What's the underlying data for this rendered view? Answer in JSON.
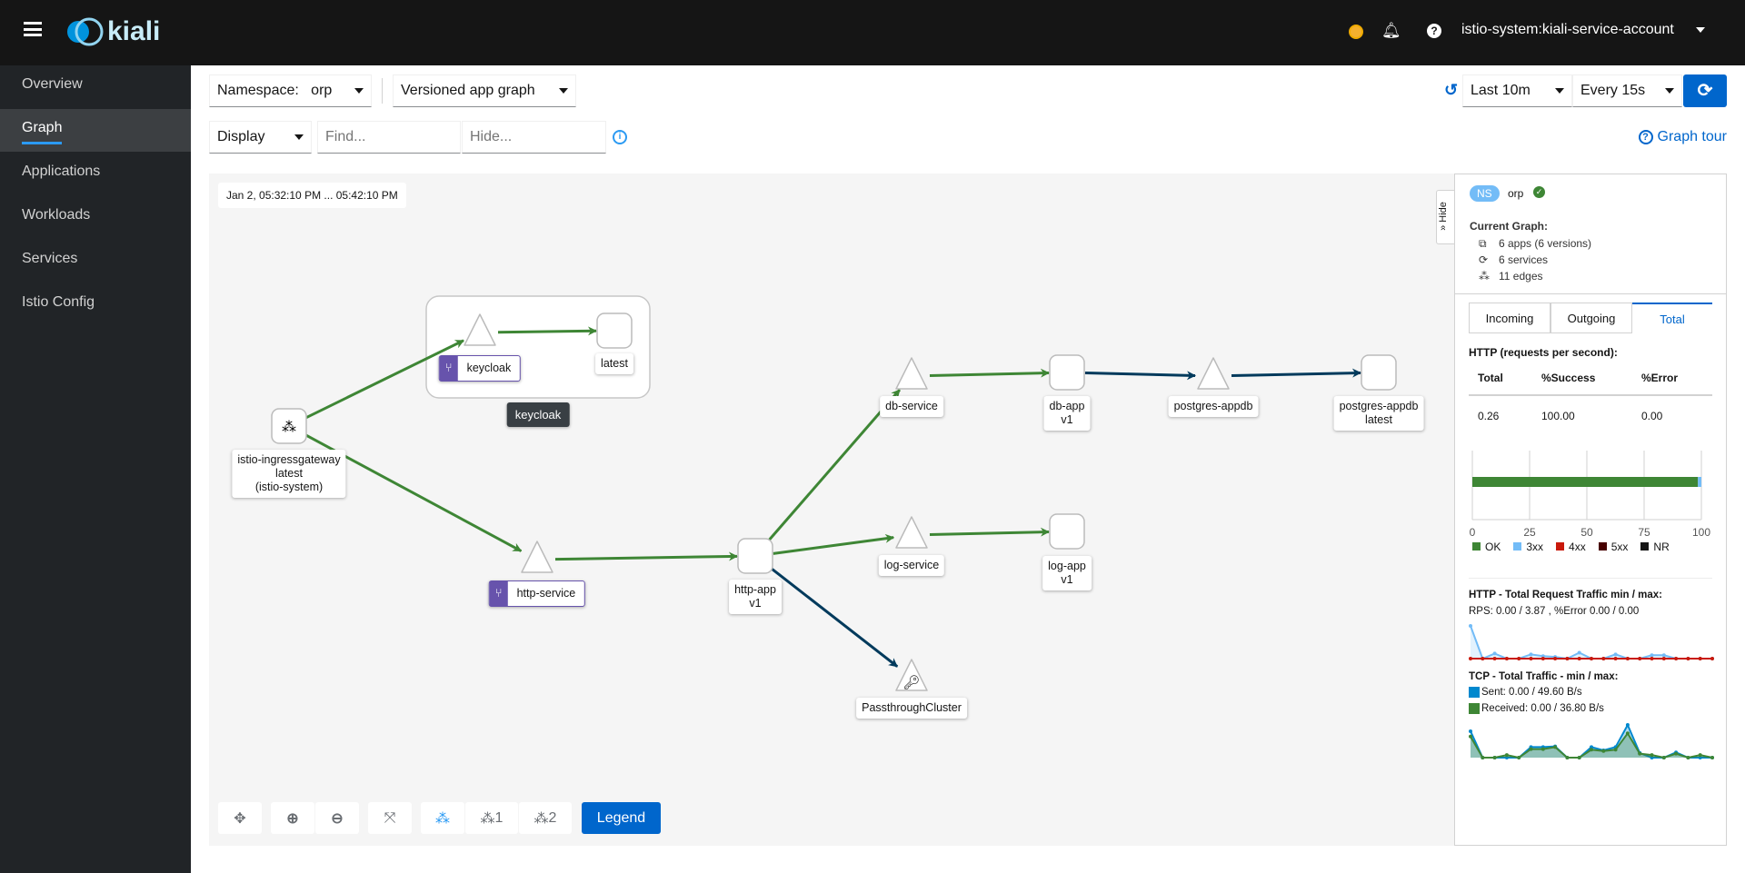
{
  "header": {
    "brand": "kiali",
    "user": "istio-system:kiali-service-account",
    "icons": [
      "hamburger-icon",
      "status-warning-icon",
      "bell-icon",
      "help-icon"
    ]
  },
  "sidebar": {
    "items": [
      {
        "label": "Overview"
      },
      {
        "label": "Graph",
        "active": true
      },
      {
        "label": "Applications"
      },
      {
        "label": "Workloads"
      },
      {
        "label": "Services"
      },
      {
        "label": "Istio Config"
      }
    ]
  },
  "toolbar": {
    "namespace_label": "Namespace:",
    "namespace_value": "orp",
    "graph_type": "Versioned app graph",
    "display": "Display",
    "find_placeholder": "Find...",
    "hide_placeholder": "Hide...",
    "duration": "Last 10m",
    "refresh": "Every 15s",
    "graph_tour": "Graph tour"
  },
  "graph": {
    "timestamp": "Jan 2, 05:32:10 PM ... 05:42:10 PM",
    "box_label": "keycloak",
    "nodes": [
      {
        "id": "gw",
        "type": "gateway",
        "label": "istio-ingressgateway\nlatest\n(istio-system)"
      },
      {
        "id": "kcs",
        "type": "service",
        "label": "keycloak",
        "virtual_service": true
      },
      {
        "id": "kcl",
        "type": "app",
        "label": "latest"
      },
      {
        "id": "hs",
        "type": "service",
        "label": "http-service",
        "virtual_service": true
      },
      {
        "id": "ha",
        "type": "app",
        "label": "http-app\nv1"
      },
      {
        "id": "dbs",
        "type": "service",
        "label": "db-service"
      },
      {
        "id": "dba",
        "type": "app",
        "label": "db-app\nv1"
      },
      {
        "id": "pgs",
        "type": "service",
        "label": "postgres-appdb"
      },
      {
        "id": "pga",
        "type": "app",
        "label": "postgres-appdb\nlatest"
      },
      {
        "id": "ls",
        "type": "service",
        "label": "log-service"
      },
      {
        "id": "la",
        "type": "app",
        "label": "log-app\nv1"
      },
      {
        "id": "pc",
        "type": "service-entry",
        "label": "PassthroughCluster"
      }
    ],
    "edges": [
      {
        "from": "gw",
        "to": "kcs",
        "protocol": "http"
      },
      {
        "from": "gw",
        "to": "hs",
        "protocol": "http"
      },
      {
        "from": "kcs",
        "to": "kcl",
        "protocol": "http"
      },
      {
        "from": "hs",
        "to": "ha",
        "protocol": "http"
      },
      {
        "from": "ha",
        "to": "dbs",
        "protocol": "http"
      },
      {
        "from": "dbs",
        "to": "dba",
        "protocol": "http"
      },
      {
        "from": "dba",
        "to": "pgs",
        "protocol": "tcp"
      },
      {
        "from": "pgs",
        "to": "pga",
        "protocol": "tcp"
      },
      {
        "from": "ha",
        "to": "ls",
        "protocol": "http"
      },
      {
        "from": "ls",
        "to": "la",
        "protocol": "http"
      },
      {
        "from": "ha",
        "to": "pc",
        "protocol": "tcp"
      }
    ],
    "colors": {
      "http": "#3e8635",
      "tcp": "#003a5c",
      "vs_badge": "#6753ac"
    },
    "controls": {
      "layout1": "1",
      "layout2": "2",
      "legend": "Legend"
    }
  },
  "panel": {
    "hide": "Hide",
    "ns_badge": "NS",
    "namespace": "orp",
    "current_graph": "Current Graph:",
    "apps": "6 apps (6 versions)",
    "services": "6 services",
    "edges": "11 edges",
    "tabs": [
      "Incoming",
      "Outgoing",
      "Total"
    ],
    "active_tab": "Total",
    "http_title": "HTTP (requests per second):",
    "table_headers": [
      "Total",
      "%Success",
      "%Error"
    ],
    "table_row": [
      "0.26",
      "100.00",
      "0.00"
    ],
    "legend": [
      {
        "label": "OK",
        "color": "#3e8635"
      },
      {
        "label": "3xx",
        "color": "#73bcf7"
      },
      {
        "label": "4xx",
        "color": "#c9190b"
      },
      {
        "label": "5xx",
        "color": "#470000"
      },
      {
        "label": "NR",
        "color": "#151515"
      }
    ],
    "http_traffic_title": "HTTP - Total Request Traffic min / max:",
    "http_traffic_stats": "RPS: 0.00 / 3.87 , %Error 0.00 / 0.00",
    "tcp_title": "TCP - Total Traffic - min / max:",
    "tcp_sent": "Sent: 0.00 / 49.60 B/s",
    "tcp_received": "Received: 0.00 / 36.80 B/s"
  },
  "chart_data": [
    {
      "type": "bar",
      "orientation": "horizontal",
      "stacked": true,
      "xlim": [
        0,
        100
      ],
      "ticks": [
        "0",
        "25",
        "50",
        "75",
        "100"
      ],
      "series": [
        {
          "name": "OK",
          "values": [
            98.5
          ]
        },
        {
          "name": "3xx",
          "values": [
            1.5
          ]
        },
        {
          "name": "4xx",
          "values": [
            0
          ]
        },
        {
          "name": "5xx",
          "values": [
            0
          ]
        },
        {
          "name": "NR",
          "values": [
            0
          ]
        }
      ]
    },
    {
      "type": "area",
      "series": [
        {
          "name": "RPS",
          "color": "#73bcf7",
          "values": [
            3.87,
            0,
            0.6,
            0,
            0,
            0.5,
            0.3,
            0.2,
            0,
            0.7,
            0,
            0,
            0.5,
            0,
            0,
            0.4,
            0.4,
            0,
            0,
            0,
            0
          ]
        },
        {
          "name": "%Error",
          "color": "#c9190b",
          "values": [
            0,
            0,
            0,
            0,
            0,
            0,
            0,
            0,
            0,
            0,
            0,
            0,
            0,
            0,
            0,
            0,
            0,
            0,
            0,
            0,
            0
          ]
        }
      ]
    },
    {
      "type": "area",
      "series": [
        {
          "name": "Sent",
          "color": "#0088ce",
          "values": [
            40,
            0,
            0,
            0,
            0,
            16,
            16,
            17,
            0,
            0,
            16,
            11,
            16,
            49.6,
            7,
            0,
            0,
            8,
            0,
            0,
            0
          ]
        },
        {
          "name": "Received",
          "color": "#3e8635",
          "values": [
            32,
            0,
            0,
            4,
            0,
            13,
            13,
            16,
            0,
            0,
            12,
            10,
            12,
            36.8,
            6,
            4,
            0,
            6,
            0,
            4,
            0
          ]
        }
      ]
    }
  ]
}
